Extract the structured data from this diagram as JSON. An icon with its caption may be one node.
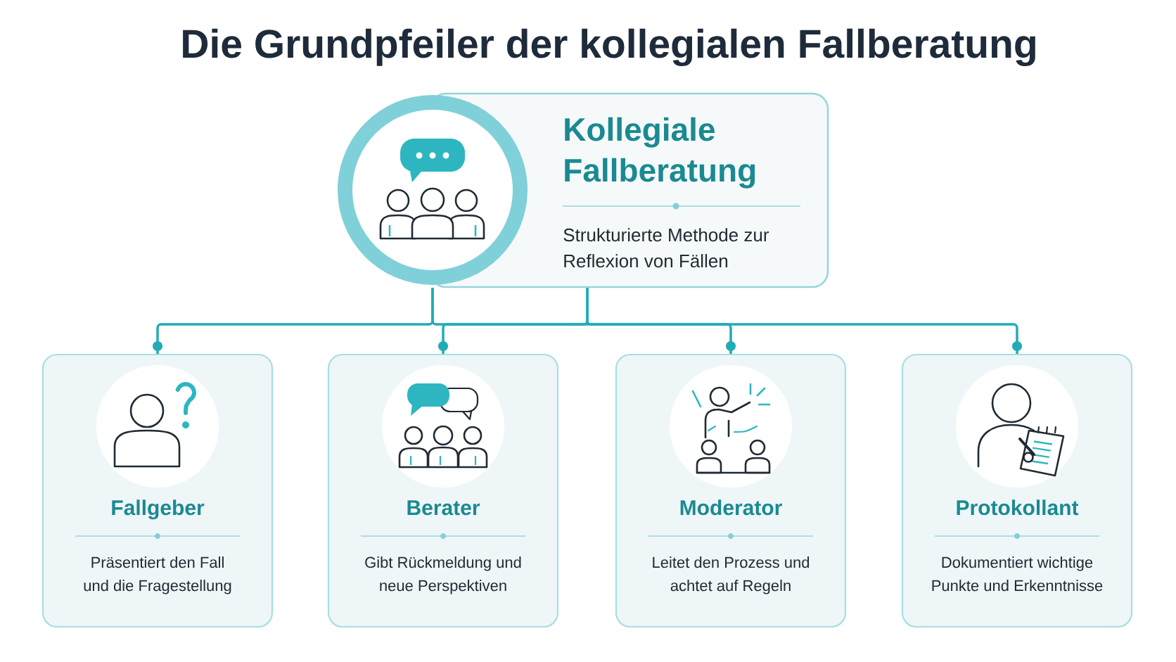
{
  "diagram": {
    "title": "Die Grundpfeiler der kollegialen Fallberatung",
    "nodes": [
      {
        "text": [
          "Kollegiale Fallberatung",
          "Strukturierte Methode zur Reflexion von Fällen"
        ]
      },
      {
        "text": [
          "Fallgeber",
          "Präsentiert den Fall und die Fragestellung"
        ]
      },
      {
        "text": [
          "Berater",
          "Gibt Rückmeldung und neue Perspektiven"
        ]
      },
      {
        "text": [
          "Moderator",
          "Leitet den Prozess und achtet auf Regeln"
        ]
      },
      {
        "text": [
          "Protokollant",
          "Dokumentiert wichtige Punkte und Erkenntnisse"
        ]
      }
    ],
    "edges": [
      {
        "from": 0,
        "to": 1,
        "arrow": "other"
      },
      {
        "from": 0,
        "to": 2,
        "arrow": "other"
      },
      {
        "from": 0,
        "to": 3,
        "arrow": "other"
      },
      {
        "from": 0,
        "to": 4,
        "arrow": "other"
      }
    ]
  }
}
